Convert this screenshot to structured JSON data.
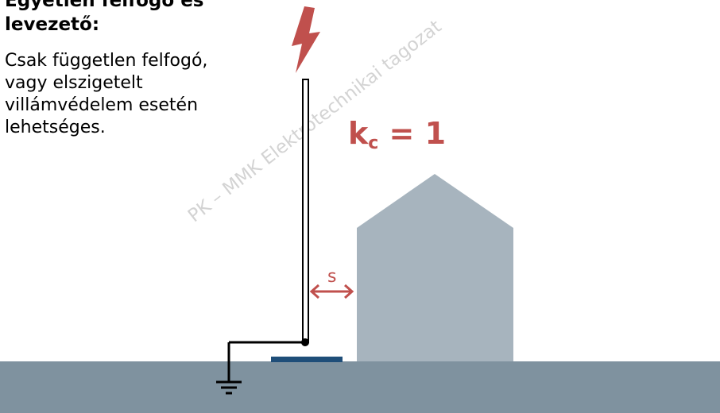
{
  "heading": "Egyetlen felfogó és\nlevezető:",
  "description": "Csak független felfogó,\nvagy elszigetelt\nvillámvédelem esetén\nlehetséges.",
  "coefficient": {
    "symbol": "k",
    "subscript": "c",
    "equals": " = 1"
  },
  "separation_label": "s",
  "watermark": "PK – MMK Elektrotechnikai tagozat",
  "colors": {
    "accent": "#c0504d",
    "ground": "#7f929f",
    "building": "#a7b4be",
    "plate": "#1f4e79",
    "line": "#000000"
  }
}
